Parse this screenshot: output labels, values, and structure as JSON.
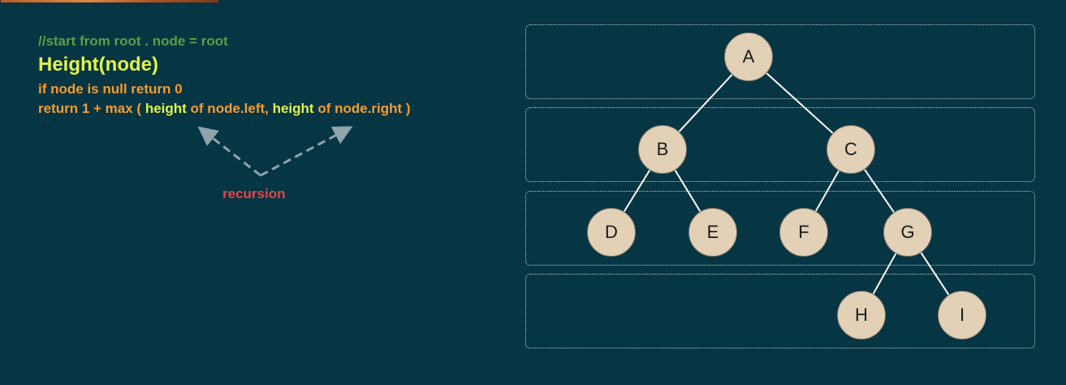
{
  "code": {
    "comment": "//start from root . node = root",
    "title": "Height(node)",
    "line1": "if node is null return 0",
    "line2_prefix": "return 1 + max ( ",
    "line2_kw1": "height",
    "line2_mid": " of node.left, ",
    "line2_kw2": "height",
    "line2_suffix": " of node.right )"
  },
  "annotation": {
    "label": "recursion"
  },
  "tree": {
    "nodes": [
      "A",
      "B",
      "C",
      "D",
      "E",
      "F",
      "G",
      "H",
      "I"
    ],
    "edges": [
      [
        "A",
        "B"
      ],
      [
        "A",
        "C"
      ],
      [
        "B",
        "D"
      ],
      [
        "B",
        "E"
      ],
      [
        "C",
        "F"
      ],
      [
        "C",
        "G"
      ],
      [
        "G",
        "H"
      ],
      [
        "G",
        "I"
      ]
    ],
    "levels": 4
  },
  "colors": {
    "background": "#063543",
    "comment": "#5e9c4a",
    "keyword": "#e3f34c",
    "code": "#f39c34",
    "annotation": "#e3454b",
    "node_fill": "#e2d1b7",
    "edge": "#ffffff"
  }
}
